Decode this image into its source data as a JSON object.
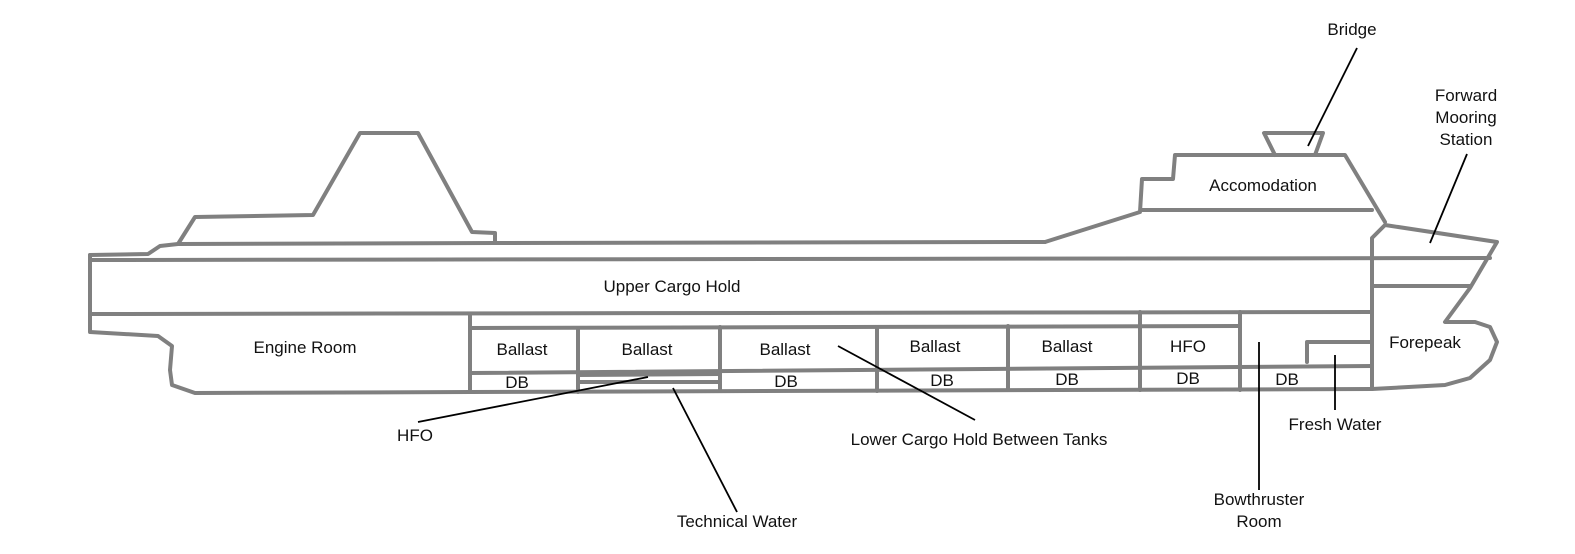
{
  "colors": {
    "hull_stroke": "#808080",
    "leader_stroke": "#000000",
    "text": "#111111",
    "background": "#ffffff"
  },
  "labels": {
    "bridge": "Bridge",
    "forward_mooring_station": [
      "Forward",
      "Mooring",
      "Station"
    ],
    "accomodation": "Accomodation",
    "upper_cargo_hold": "Upper Cargo Hold",
    "engine_room": "Engine Room",
    "ballast": "Ballast",
    "hfo_tank": "HFO",
    "db": "DB",
    "forepeak": "Forepeak",
    "hfo_callout": "HFO",
    "lower_cargo_hold_between_tanks": "Lower Cargo Hold Between Tanks",
    "fresh_water": "Fresh Water",
    "bowthruster_room": [
      "Bowthruster",
      "Room"
    ],
    "technical_water": "Technical Water"
  }
}
